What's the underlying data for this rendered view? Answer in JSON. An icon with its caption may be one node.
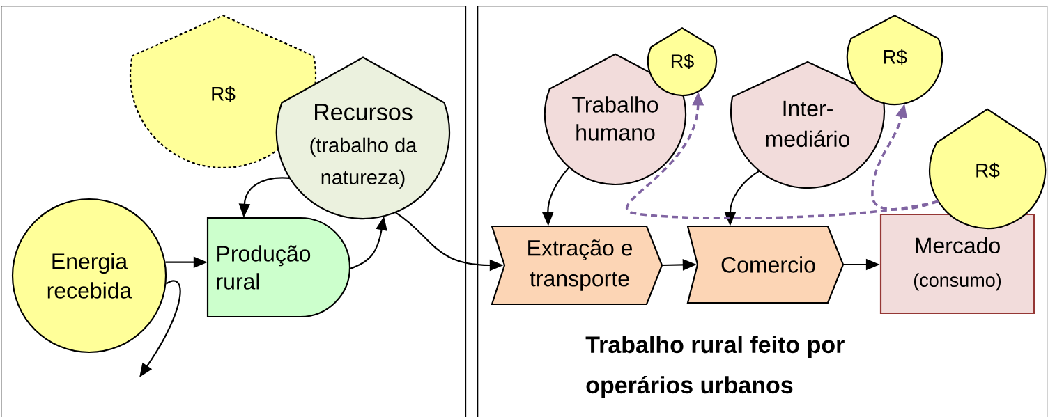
{
  "diagram": {
    "nodes": [
      {
        "text": [],
        "shape": "box"
      },
      {
        "text": [
          "Trabalho rural feito por operários urbanos"
        ]
      },
      {
        "text": [
          "R$"
        ],
        "in": 0
      },
      {
        "text": [
          "Recursos",
          "(trabalho da natureza)"
        ],
        "in": 0
      },
      {
        "text": [
          "Energia recebida"
        ],
        "in": 0
      },
      {
        "text": [
          "Produção rural"
        ],
        "in": 0
      },
      {
        "text": [
          "Trabalho humano"
        ],
        "in": 1
      },
      {
        "text": [
          "R$"
        ],
        "in": 1
      },
      {
        "text": [
          "Inter- mediário"
        ],
        "in": 1
      },
      {
        "text": [
          "R$"
        ],
        "in": 1
      },
      {
        "text": [
          "Extração e transporte"
        ],
        "in": 1
      },
      {
        "text": [
          "Comercio"
        ],
        "in": 1
      },
      {
        "text": [
          "Mercado",
          "(consumo)"
        ],
        "in": 1
      },
      {
        "text": [
          "R$"
        ],
        "in": 1
      }
    ],
    "edges": [
      {
        "from": 4,
        "to": 5,
        "arrow": "to"
      },
      {
        "from": 4,
        "to": null,
        "arrow": "to"
      },
      {
        "from": 3,
        "to": 5,
        "arrow": "to"
      },
      {
        "from": 5,
        "to": 3,
        "arrow": "to"
      },
      {
        "from": 3,
        "to": 10,
        "arrow": "to"
      },
      {
        "from": 6,
        "to": 10,
        "arrow": "to"
      },
      {
        "from": 8,
        "to": 11,
        "arrow": "to"
      },
      {
        "from": 10,
        "to": 11,
        "arrow": "to"
      },
      {
        "from": 11,
        "to": 12,
        "arrow": "to"
      },
      {
        "from": 13,
        "to": 9,
        "arrow": "to",
        "style": "dashed",
        "color": "#8064a2"
      },
      {
        "from": 13,
        "to": 7,
        "arrow": "to",
        "style": "dashed",
        "color": "#8064a2"
      }
    ]
  }
}
